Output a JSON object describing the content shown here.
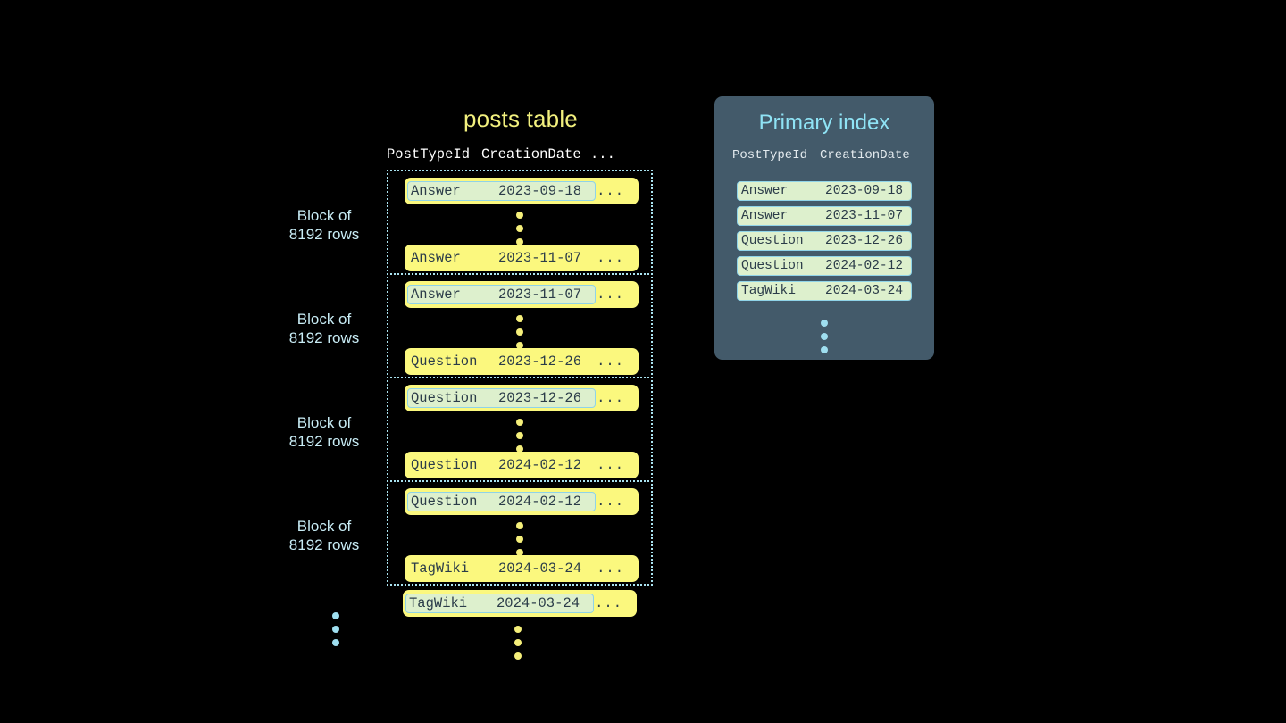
{
  "background": "#000000",
  "colors": {
    "row_fill": "#fbf87e",
    "highlight_fill": "#ddf0cd",
    "highlight_border": "#8fd3e8",
    "block_border": "#a9e2ef",
    "panel_bg": "#435a6a",
    "title_yellow": "#f2f07e",
    "title_cyan": "#8fe3f5",
    "label_cyan": "#c8ecf5",
    "text_dark": "#2b3c49",
    "dot_yellow": "#f5ef7a",
    "dot_cyan": "#9fdff0"
  },
  "posts_table": {
    "title": "posts table",
    "columns": [
      "PostTypeId",
      "CreationDate",
      "..."
    ],
    "more_marker": "...",
    "block_label_line1": "Block of",
    "block_label_line2": "8192 rows",
    "blocks": [
      {
        "label": "Block of 8192 rows",
        "first_row": {
          "post_type_id": "Answer",
          "creation_date": "2023-09-18",
          "more": "...",
          "highlighted": true
        },
        "last_row": {
          "post_type_id": "Answer",
          "creation_date": "2023-11-07",
          "more": "...",
          "highlighted": false
        }
      },
      {
        "label": "Block of 8192 rows",
        "first_row": {
          "post_type_id": "Answer",
          "creation_date": "2023-11-07",
          "more": "...",
          "highlighted": true
        },
        "last_row": {
          "post_type_id": "Question",
          "creation_date": "2023-12-26",
          "more": "...",
          "highlighted": false
        }
      },
      {
        "label": "Block of 8192 rows",
        "first_row": {
          "post_type_id": "Question",
          "creation_date": "2023-12-26",
          "more": "...",
          "highlighted": true
        },
        "last_row": {
          "post_type_id": "Question",
          "creation_date": "2024-02-12",
          "more": "...",
          "highlighted": false
        }
      },
      {
        "label": "Block of 8192 rows",
        "first_row": {
          "post_type_id": "Question",
          "creation_date": "2024-02-12",
          "more": "...",
          "highlighted": true
        },
        "last_row": {
          "post_type_id": "TagWiki",
          "creation_date": "2024-03-24",
          "more": "...",
          "highlighted": false
        }
      }
    ],
    "trailing_row": {
      "post_type_id": "TagWiki",
      "creation_date": "2024-03-24",
      "more": "...",
      "highlighted": true
    }
  },
  "primary_index": {
    "title": "Primary index",
    "columns": [
      "PostTypeId",
      "CreationDate"
    ],
    "entries": [
      {
        "post_type_id": "Answer",
        "creation_date": "2023-09-18"
      },
      {
        "post_type_id": "Answer",
        "creation_date": "2023-11-07"
      },
      {
        "post_type_id": "Question",
        "creation_date": "2023-12-26"
      },
      {
        "post_type_id": "Question",
        "creation_date": "2024-02-12"
      },
      {
        "post_type_id": "TagWiki",
        "creation_date": "2024-03-24"
      }
    ]
  }
}
